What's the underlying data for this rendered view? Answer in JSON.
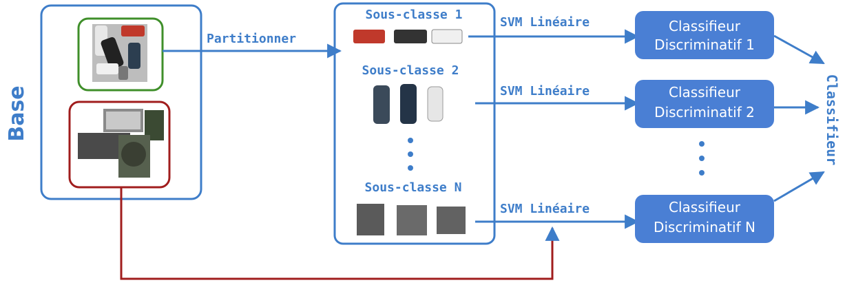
{
  "diagram": {
    "base_label": "Base",
    "partition_label": "Partitionner",
    "subclasses": [
      {
        "label": "Sous-classe 1"
      },
      {
        "label": "Sous-classe 2"
      },
      {
        "label": "Sous-classe N"
      }
    ],
    "svm_labels": [
      "SVM Linéaire",
      "SVM Linéaire",
      "SVM Linéaire"
    ],
    "classifier_boxes": [
      {
        "line1": "Classifieur",
        "line2": "Discriminatif 1"
      },
      {
        "line1": "Classifieur",
        "line2": "Discriminatif 2"
      },
      {
        "line1": "Classifieur",
        "line2": "Discriminatif N"
      }
    ],
    "classifier_label": "Classifieur"
  },
  "colors": {
    "blue": "#3e7dc9",
    "box_fill": "#4a7fd4",
    "green": "#3f8f2a",
    "red": "#a01d1d",
    "white": "#ffffff"
  }
}
